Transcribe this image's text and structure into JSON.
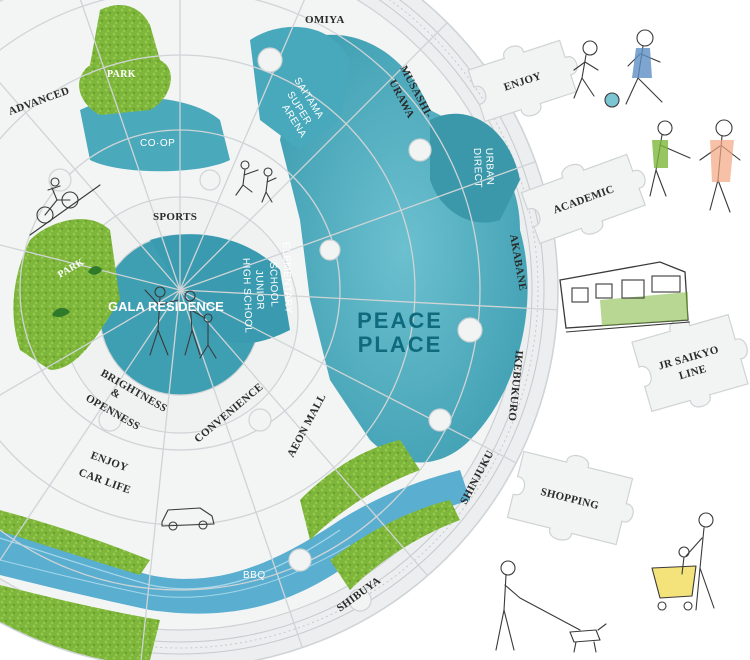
{
  "center": {
    "title": "GALA RESIDENCE"
  },
  "hero": {
    "line1": "PEACE",
    "line2": "PLACE"
  },
  "labels": {
    "omiya": "OMIYA",
    "musashi_urawa_1": "MUSASHI-",
    "musashi_urawa_2": "URAWA",
    "saitama_1": "SAITAMA",
    "saitama_2": "SUPER",
    "saitama_3": "ARENA",
    "coop": "CO·OP",
    "advanced": "ADVANCED",
    "park_top": "PARK",
    "park_left": "PARK",
    "sports": "SPORTS",
    "elementary_1": "ELEMENTARY",
    "elementary_2": "SCHOOL",
    "junior_1": "JUNIOR",
    "junior_2": "HIGH SCHOOL",
    "urban_1": "URBAN",
    "urban_2": "DIRECT",
    "akabane": "AKABANE",
    "ikebukuro": "IKEBUKURO",
    "shinjuku": "SHINJUKU",
    "shibuya": "SHIBUYA",
    "brightness_1": "BRIGHTNESS",
    "brightness_2": "&",
    "brightness_3": "OPENNESS",
    "convenience": "CONVENIENCE",
    "aeon": "AEON MALL",
    "enjoy_car_1": "ENJOY",
    "enjoy_car_2": "CAR LIFE",
    "bbq": "BBQ"
  },
  "floating": {
    "enjoy": "ENJOY",
    "academic": "ACADEMIC",
    "jr_1": "JR SAIKYO",
    "jr_2": "LINE",
    "shopping": "SHOPPING"
  },
  "colors": {
    "teal": "#3aa3b7",
    "teal_dark": "#0e6b7e",
    "light_teal": "#7cc6d3",
    "green": "#7db63a",
    "piece": "#f2f3f3",
    "river": "#4aa7c9"
  },
  "icons": [
    "family-sketch-icon",
    "bicycle-sketch-icon",
    "kids-playing-sketch-icon",
    "car-sketch-icon",
    "child-ball-sketch-icon",
    "parent-child-sketch-icon",
    "train-icon",
    "shopping-cart-sketch-icon",
    "dog-walker-sketch-icon",
    "leaf-icon"
  ]
}
